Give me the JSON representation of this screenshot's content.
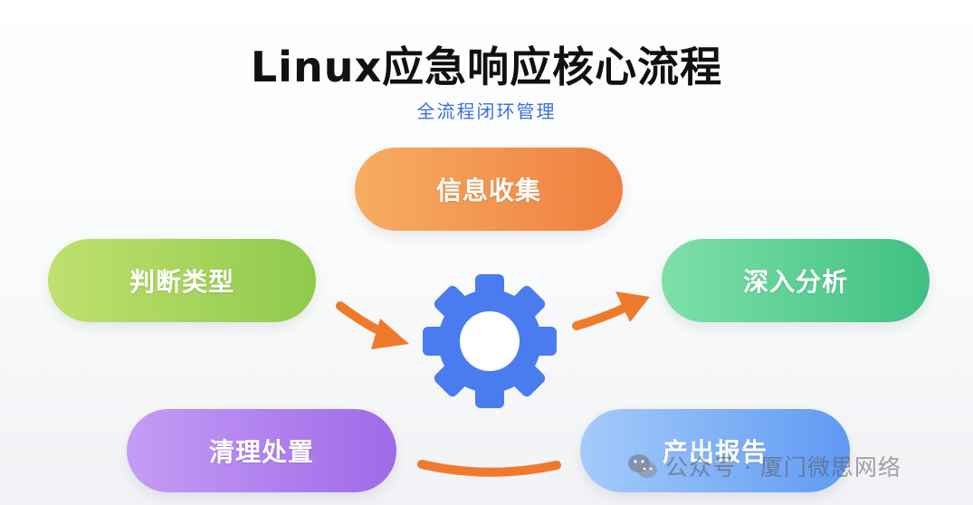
{
  "header": {
    "title": "Linux应急响应核心流程",
    "subtitle": "全流程闭环管理"
  },
  "nodes": {
    "collect": "信息收集",
    "judge": "判断类型",
    "analyze": "深入分析",
    "clean": "清理处置",
    "report": "产出报告"
  },
  "center": {
    "icon": "gear-icon"
  },
  "watermark": {
    "text": "公众号 · 厦门微思网络",
    "icon": "wechat-icon"
  },
  "colors": {
    "title": "#111111",
    "subtitle": "#3b6fe0",
    "arrow": "#f07a2c",
    "gear": "#4a7cf0",
    "collect": "#f28f48",
    "judge": "#a6d35a",
    "analyze": "#52c98d",
    "clean": "#b081ef",
    "report": "#7eb0f6"
  }
}
